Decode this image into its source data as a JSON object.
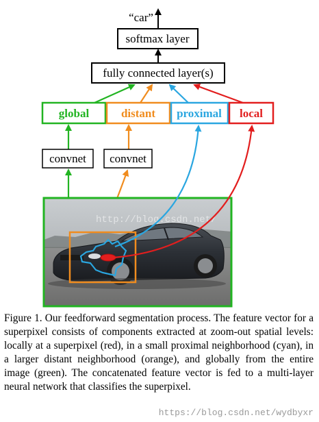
{
  "output_label": "“car”",
  "boxes": {
    "softmax": "softmax layer",
    "fully_connected": "fully connected layer(s)",
    "global": "global",
    "distant": "distant",
    "proximal": "proximal",
    "local": "local",
    "convnet_left": "convnet",
    "convnet_right": "convnet"
  },
  "colors": {
    "global": "#22b422",
    "distant": "#f08c1e",
    "proximal": "#2aa6e0",
    "local": "#e21e1e",
    "black": "#000000"
  },
  "image": {
    "subject": "car",
    "watermark_text": "http://blog.csdn.net/"
  },
  "caption": "Figure 1. Our feedforward segmentation process. The feature vector for a superpixel consists of components extracted at zoom-out spatial levels: locally at a superpixel (red), in a small proximal neighborhood (cyan), in a larger distant neighborhood (orange), and globally from the entire image (green). The concatenated feature vector is fed to a multi-layer neural network that classifies the superpixel.",
  "watermark": "https://blog.csdn.net/wydbyxr"
}
